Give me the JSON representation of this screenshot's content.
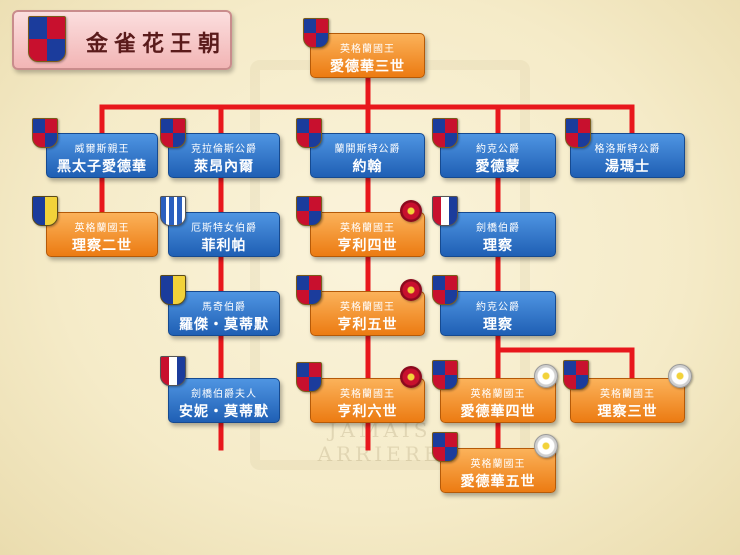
{
  "title": "金雀花王朝",
  "watermark": "JAMAIS ARRIERE",
  "colors": {
    "connector": "#e8171c",
    "blue_box": "#2f74c8",
    "orange_box": "#f28c1e",
    "title_box": "#f6c6c6"
  },
  "nodes": {
    "edward3": {
      "sub": "英格蘭國王",
      "name": "愛德華三世"
    },
    "blackprince": {
      "sub": "威爾斯親王",
      "name": "黑太子愛德華"
    },
    "lionel": {
      "sub": "克拉倫斯公爵",
      "name": "萊昂內爾"
    },
    "john": {
      "sub": "蘭開斯特公爵",
      "name": "約翰"
    },
    "edmund": {
      "sub": "約克公爵",
      "name": "愛德蒙"
    },
    "thomas": {
      "sub": "格洛斯特公爵",
      "name": "湯瑪士"
    },
    "richard2": {
      "sub": "英格蘭國王",
      "name": "理察二世"
    },
    "philippa": {
      "sub": "厄斯特女伯爵",
      "name": "菲利帕"
    },
    "henry4": {
      "sub": "英格蘭國王",
      "name": "亨利四世"
    },
    "richard_cambridge": {
      "sub": "劍橋伯爵",
      "name": "理察"
    },
    "roger": {
      "sub": "馬奇伯爵",
      "name": "羅傑・莫蒂默"
    },
    "henry5": {
      "sub": "英格蘭國王",
      "name": "亨利五世"
    },
    "richard_york": {
      "sub": "約克公爵",
      "name": "理察"
    },
    "anne": {
      "sub": "劍橋伯爵夫人",
      "name": "安妮・莫蒂默"
    },
    "henry6": {
      "sub": "英格蘭國王",
      "name": "亨利六世"
    },
    "edward4": {
      "sub": "英格蘭國王",
      "name": "愛德華四世"
    },
    "richard3": {
      "sub": "英格蘭國王",
      "name": "理察三世"
    },
    "edward5": {
      "sub": "英格蘭國王",
      "name": "愛德華五世"
    }
  }
}
